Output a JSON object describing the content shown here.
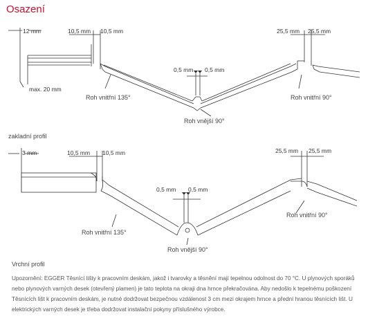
{
  "title": "Osazení",
  "top": {
    "dims": {
      "d12": "12 mm",
      "d105a": "10,5 mm",
      "d105b": "10,5 mm",
      "max20": "max. 20 mm",
      "d05a": "0,5 mm",
      "d05b": "0,5 mm",
      "d255a": "25,5 mm",
      "d255b": "25,5 mm"
    },
    "labels": {
      "roh135": "Roh vnitřní 135°",
      "rohVnejsi": "Roh vnější 90°",
      "roh90": "Roh vnitřní 90°"
    },
    "caption": "zakladní profil"
  },
  "bottom": {
    "dims": {
      "d3": "3 mm",
      "d105a": "10,5 mm",
      "d105b": "10,5 mm",
      "d05a": "0,5 mm",
      "d05b": "0,5 mm",
      "d255a": "25,5 mm",
      "d255b": "25,5 mm"
    },
    "labels": {
      "roh135": "Roh vnitřní 135°",
      "rohVnejsi": "Roh vnější 90°",
      "roh90": "Roh vnitřní 90°"
    },
    "caption": "Vrchní profil"
  },
  "note": "Upozornění: EGGER Těsnící lišty k pracovním deskám, jakož i tvarovky a těsnění mají tepelnou odolnost do 70 °C. U plynových sporáků nebo plynových varných desek (otevřený plamen) je tato teplota na okraji dna hrnce překračována. Aby nedošlo k tepelnému poškození Těsnících lišt k pracovním deskám, je nutné dodržovat bezpečnou vzdálenost 3 cm mezi okrajem hrnce a přední hranou těsnících lišt. U elektrických varných desek je třeba dodržovat instalační pokyny příslušného výrobce."
}
